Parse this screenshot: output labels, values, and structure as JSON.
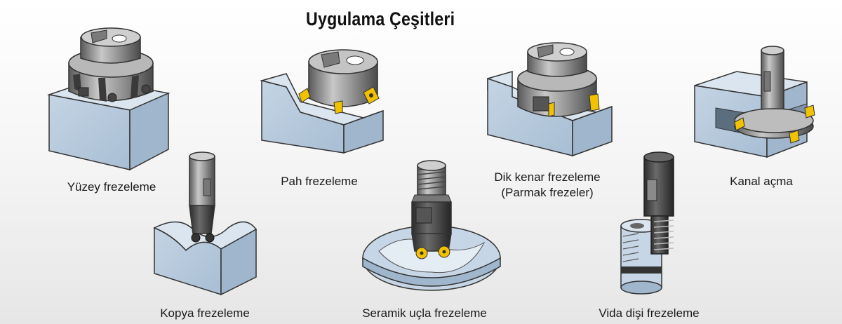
{
  "title": "Uygulama Çeşitleri",
  "items": [
    {
      "label": "Yüzey frezeleme"
    },
    {
      "label": "Kopya frezeleme"
    },
    {
      "label": "Pah frezeleme"
    },
    {
      "label": "Seramik uçla frezeleme"
    },
    {
      "label": "Dik kenar frezeleme"
    },
    {
      "label": "(Parmak frezeler)"
    },
    {
      "label": "Vida dişi frezeleme"
    },
    {
      "label": "Kanal açma"
    }
  ],
  "colors": {
    "workpiece_face": "#b4c8dc",
    "workpiece_top": "#d6e2ee",
    "tool_gray": "#8a8a8a",
    "insert_gold": "#f2c200"
  }
}
